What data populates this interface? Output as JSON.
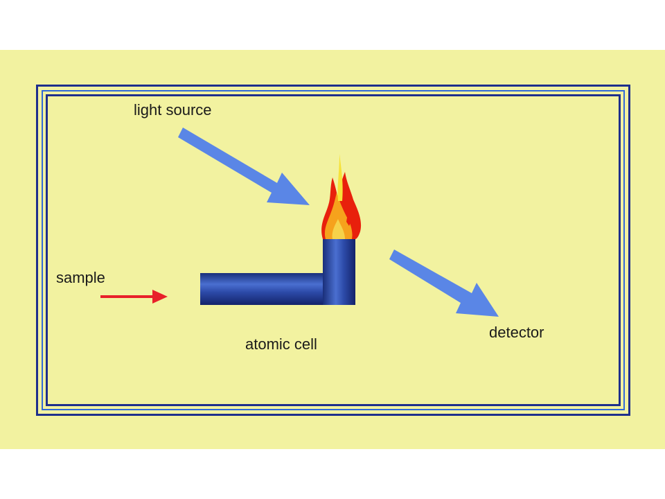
{
  "labels": {
    "light_source": "light source",
    "sample": "sample",
    "atomic_cell": "atomic cell",
    "detector": "detector"
  },
  "colors": {
    "background": "#f2f2a0",
    "frame": "#1e2f8c",
    "beam": "#5a86e6",
    "sample_arrow": "#e8202a",
    "tube": "#2c4aa8",
    "flame_outer": "#e8200c",
    "flame_inner": "#f6a21c"
  }
}
